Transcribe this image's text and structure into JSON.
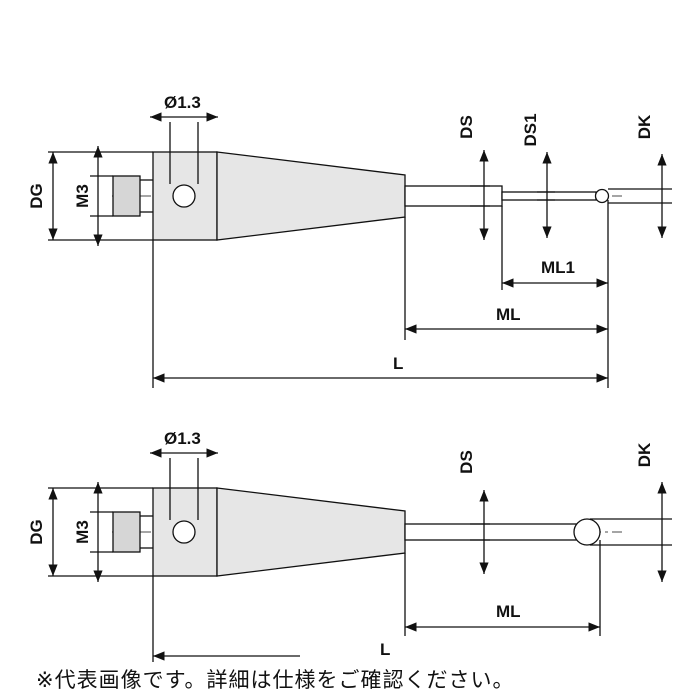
{
  "drawing_top": {
    "hole_label": "Ø1.3",
    "ds_label": "DS",
    "ds1_label": "DS1",
    "dk_label": "DK",
    "dg_label": "DG",
    "m3_label": "M3",
    "ml1_label": "ML1",
    "ml_label": "ML",
    "l_label": "L"
  },
  "drawing_bottom": {
    "hole_label": "Ø1.3",
    "ds_label": "DS",
    "dk_label": "DK",
    "dg_label": "DG",
    "m3_label": "M3",
    "ml_label": "ML",
    "l_label": "L"
  },
  "footnote": "※代表画像です。詳細は仕様をご確認ください。"
}
